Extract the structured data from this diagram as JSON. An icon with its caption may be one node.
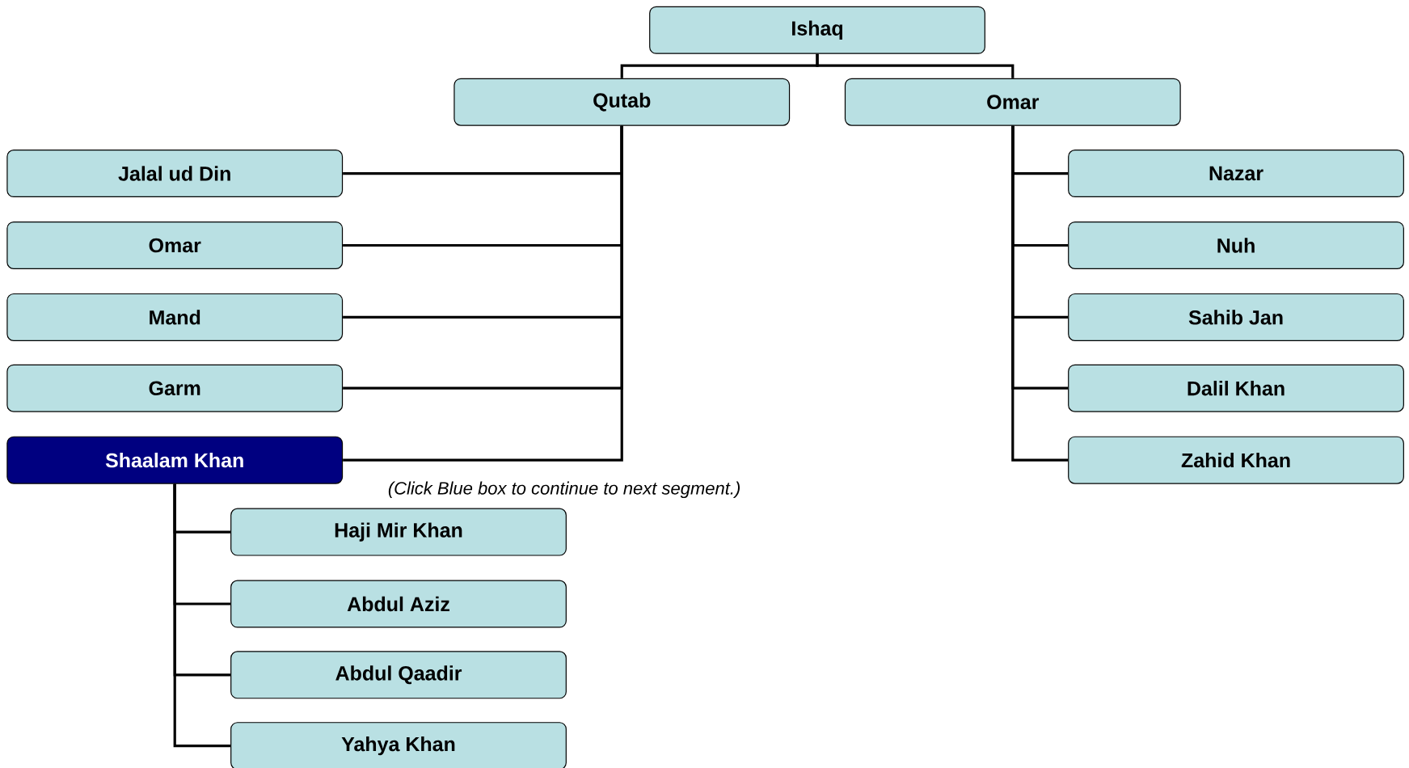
{
  "diagram": {
    "nodes": [
      {
        "text": [
          "Ishaq"
        ]
      },
      {
        "text": [
          "Qutab"
        ]
      },
      {
        "text": [
          "Omar"
        ]
      },
      {
        "text": [
          "Jalal ud Din"
        ]
      },
      {
        "text": [
          "Omar"
        ]
      },
      {
        "text": [
          "Mand"
        ]
      },
      {
        "text": [
          "Garm"
        ]
      },
      {
        "text": [
          "Shaalam Khan"
        ]
      },
      {
        "text": [
          "Nazar"
        ]
      },
      {
        "text": [
          "Nuh"
        ]
      },
      {
        "text": [
          "Sahib Jan"
        ]
      },
      {
        "text": [
          "Dalil Khan"
        ]
      },
      {
        "text": [
          "Zahid Khan"
        ]
      },
      {
        "text": [
          "Haji Mir Khan"
        ]
      },
      {
        "text": [
          "Abdul Aziz"
        ]
      },
      {
        "text": [
          "Abdul Qaadir"
        ]
      },
      {
        "text": [
          "Yahya Khan"
        ]
      }
    ],
    "edges": [
      {
        "from": 0,
        "to": 1,
        "arrow": "none"
      },
      {
        "from": 0,
        "to": 2,
        "arrow": "none"
      },
      {
        "from": 1,
        "to": 3,
        "arrow": "none"
      },
      {
        "from": 1,
        "to": 4,
        "arrow": "none"
      },
      {
        "from": 1,
        "to": 5,
        "arrow": "none"
      },
      {
        "from": 1,
        "to": 6,
        "arrow": "none"
      },
      {
        "from": 1,
        "to": 7,
        "arrow": "none"
      },
      {
        "from": 2,
        "to": 8,
        "arrow": "none"
      },
      {
        "from": 2,
        "to": 9,
        "arrow": "none"
      },
      {
        "from": 2,
        "to": 10,
        "arrow": "none"
      },
      {
        "from": 2,
        "to": 11,
        "arrow": "none"
      },
      {
        "from": 2,
        "to": 12,
        "arrow": "none"
      },
      {
        "from": 7,
        "to": 13,
        "arrow": "none"
      },
      {
        "from": 7,
        "to": 14,
        "arrow": "none"
      },
      {
        "from": 7,
        "to": 15,
        "arrow": "none"
      },
      {
        "from": 7,
        "to": 16,
        "arrow": "none"
      }
    ],
    "labels": [
      "(Click Blue box to continue to next segment.)"
    ]
  }
}
